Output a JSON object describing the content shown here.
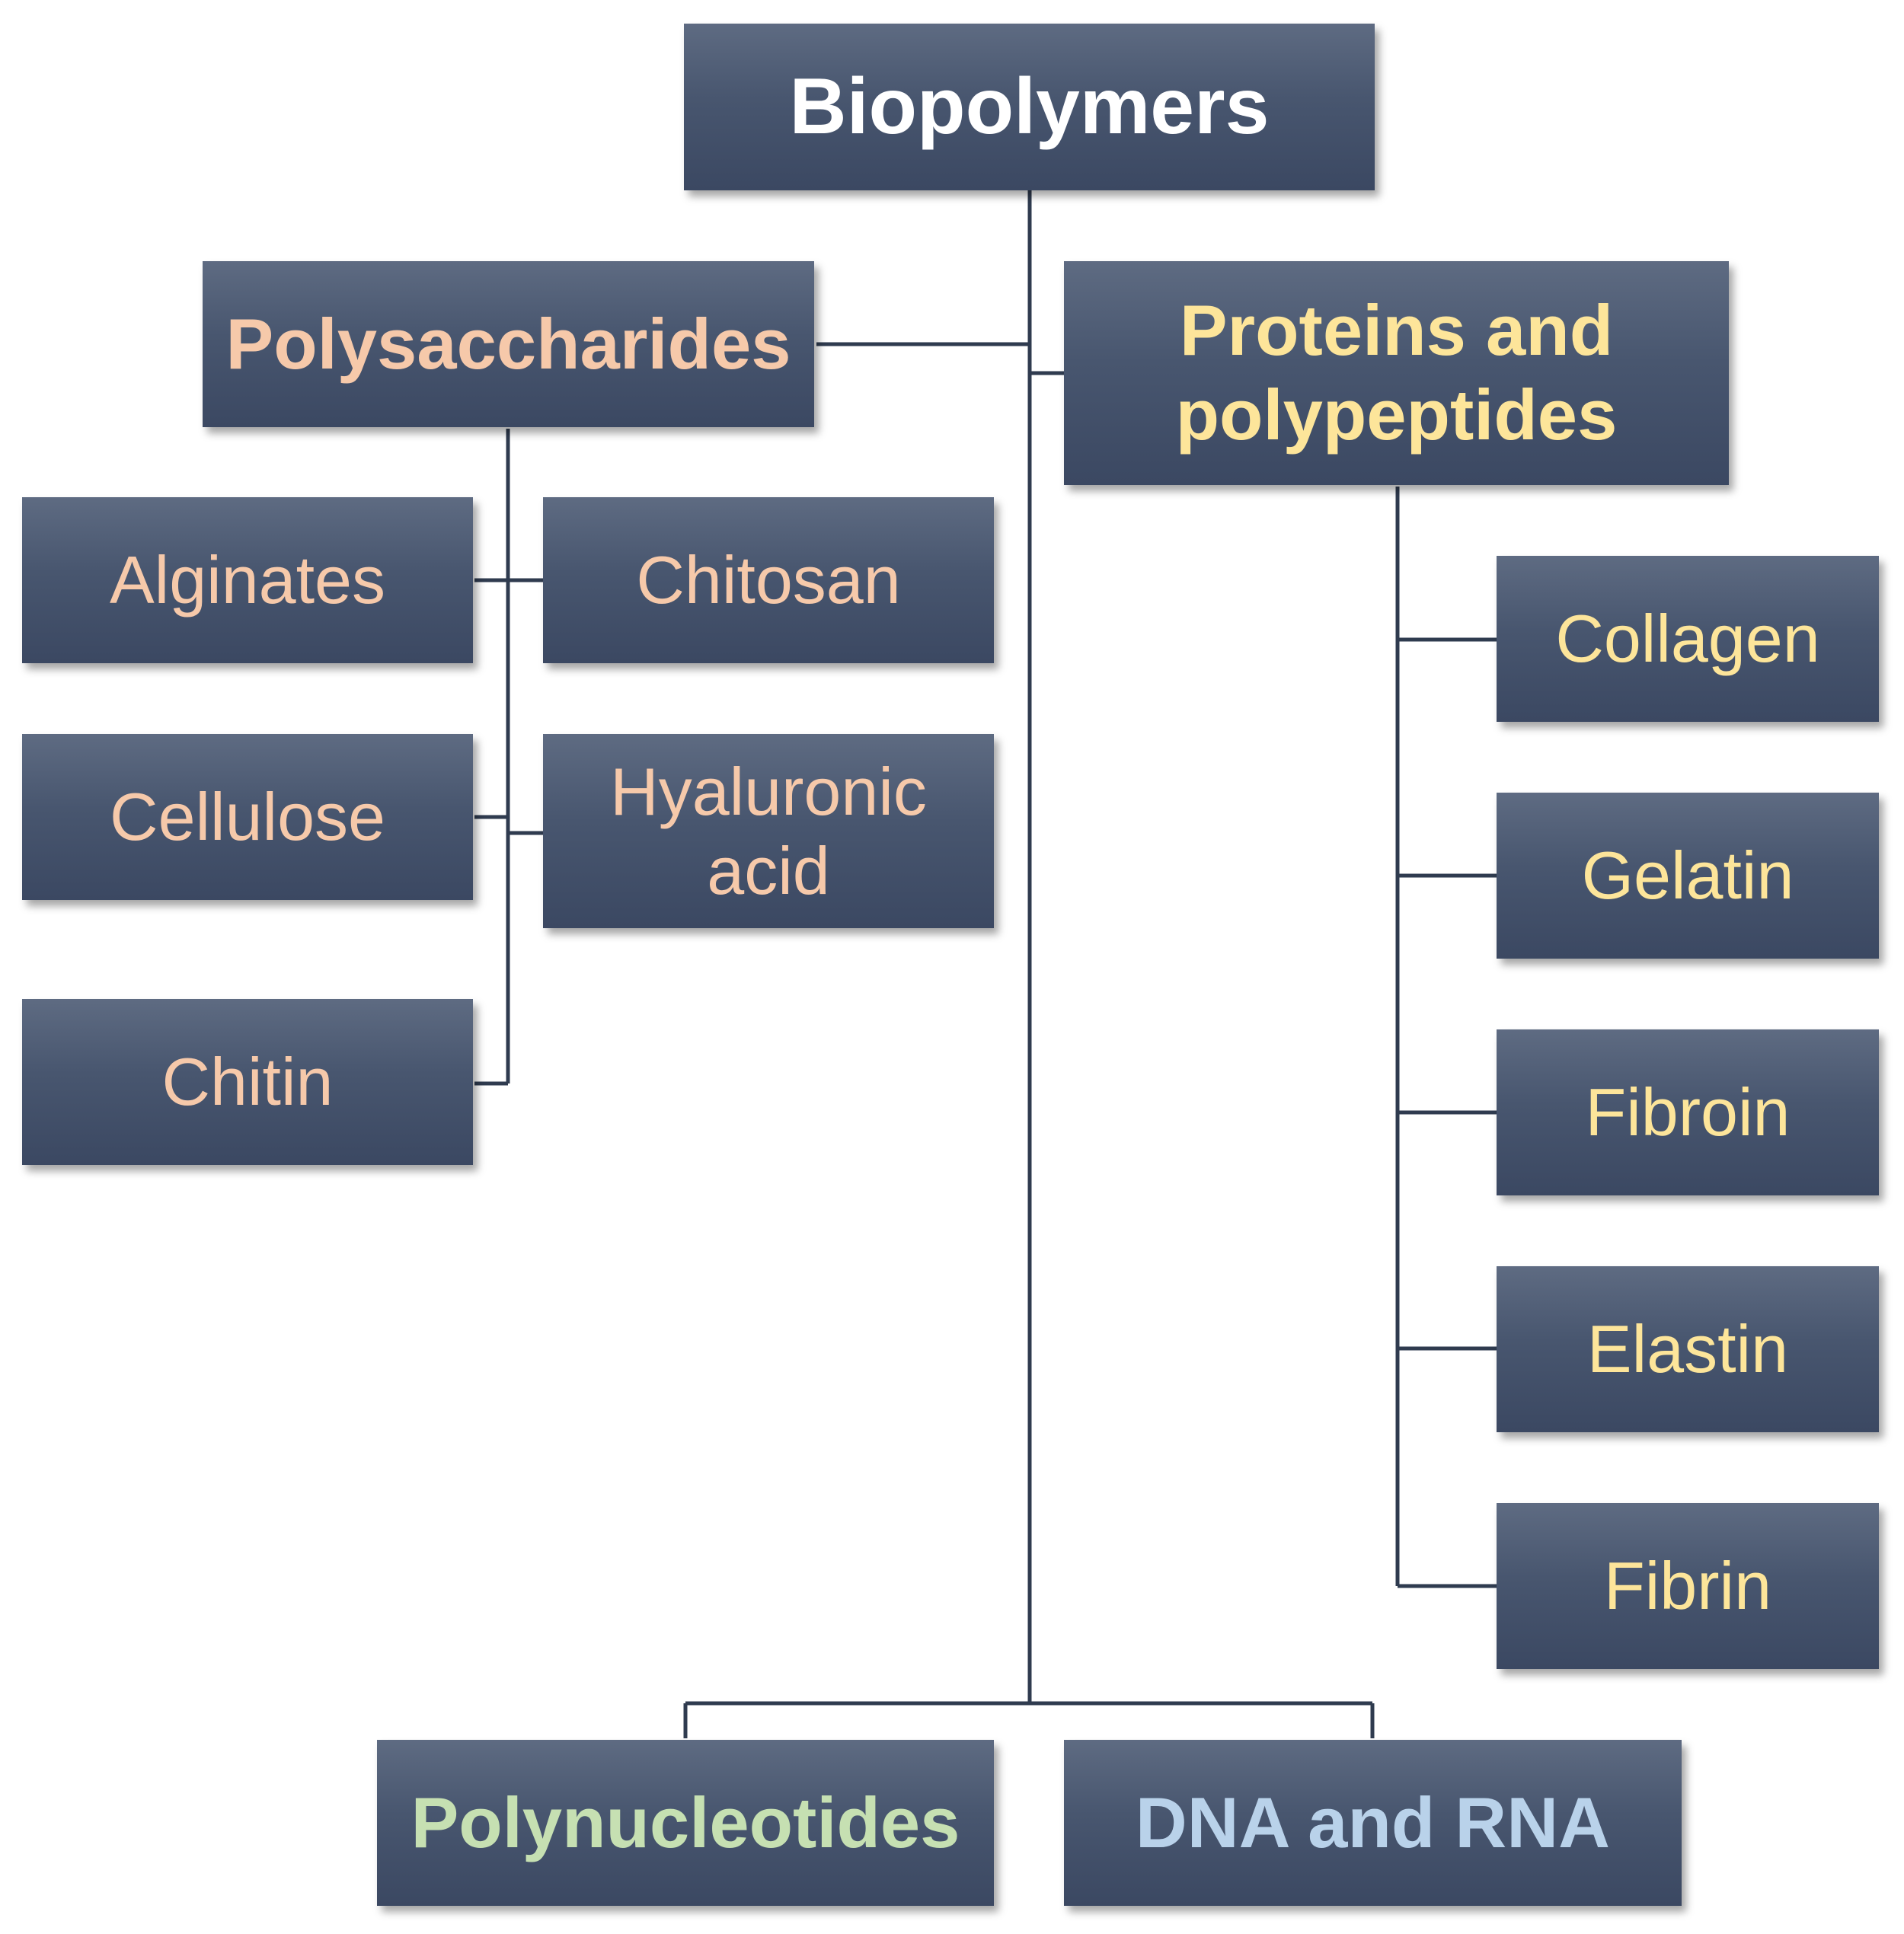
{
  "root": {
    "label": "Biopolymers"
  },
  "categories": {
    "polysaccharides": {
      "label": "Polysaccharides"
    },
    "proteins": {
      "label": "Proteins and polypeptides"
    },
    "polynucleotides": {
      "label": "Polynucleotides"
    },
    "dna_rna": {
      "label": "DNA and RNA"
    }
  },
  "polysaccharide_items": {
    "alginates": "Alginates",
    "chitosan": "Chitosan",
    "cellulose": "Cellulose",
    "hyaluronic_acid": "Hyaluronic acid",
    "chitin": "Chitin"
  },
  "protein_items": {
    "collagen": "Collagen",
    "gelatin": "Gelatin",
    "fibroin": "Fibroin",
    "elastin": "Elastin",
    "fibrin": "Fibrin"
  },
  "colors": {
    "box_fill": "#45536b",
    "connector": "#2f3b4f",
    "root_text": "#ffffff",
    "polysaccharide_text": "#f6c9aa",
    "protein_text": "#fde59a",
    "polynucleotide_text": "#c6e0b2",
    "dna_rna_text": "#b9d2ea"
  }
}
